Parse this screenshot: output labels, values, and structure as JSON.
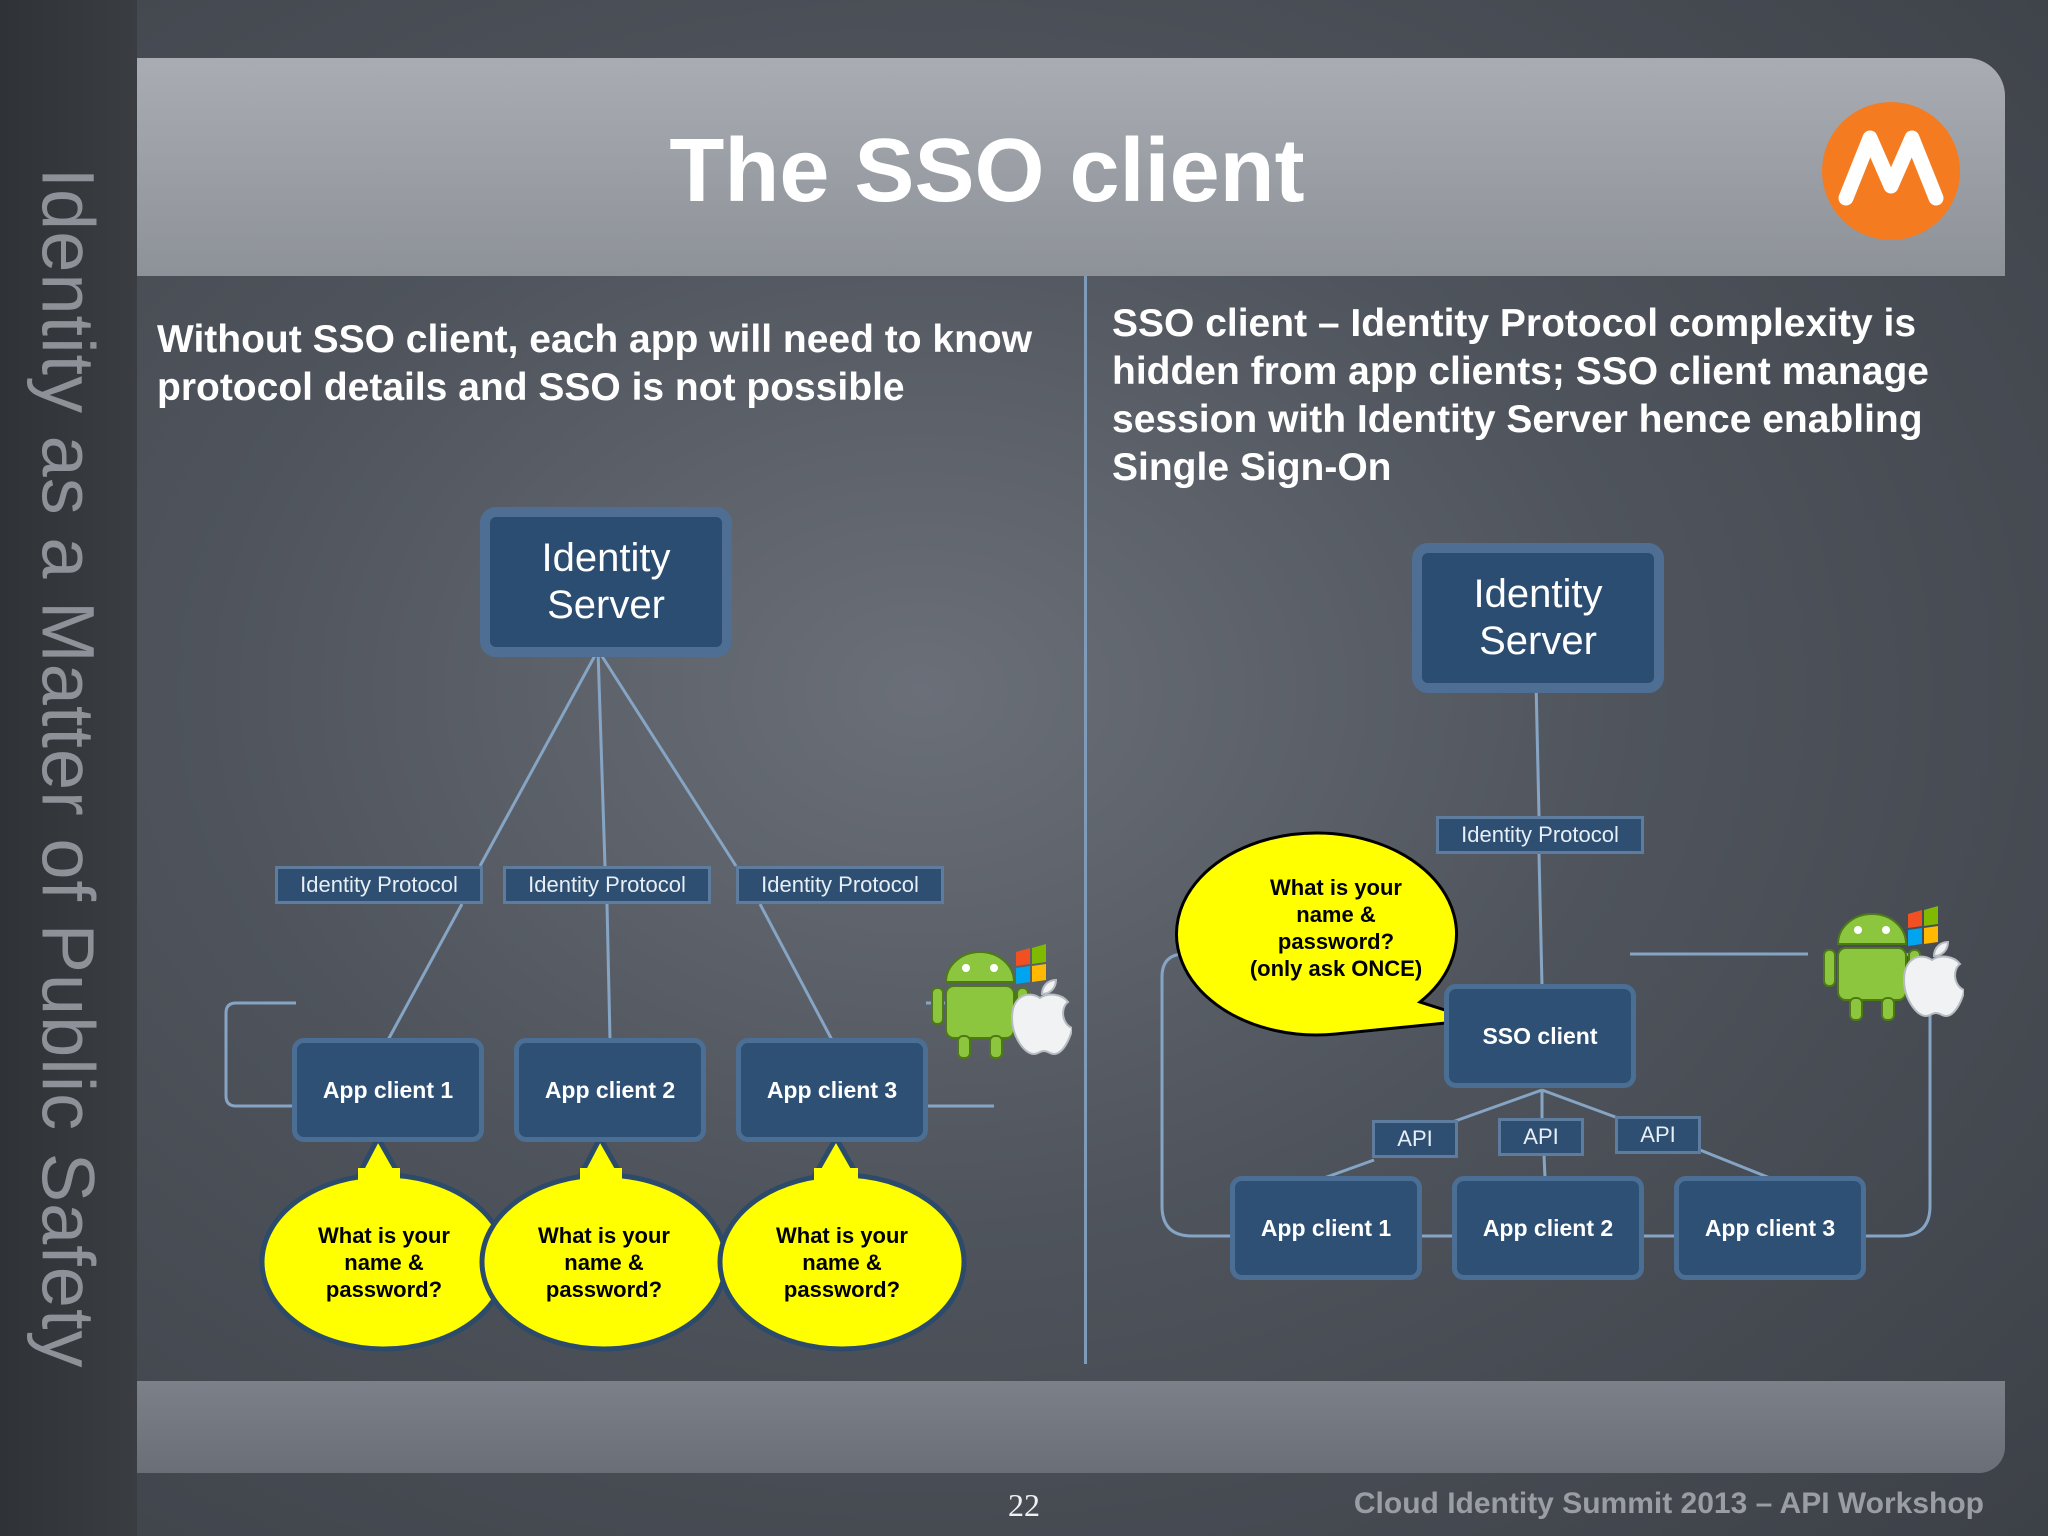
{
  "sidebar": {
    "vertical_title": "Identity as a Matter of Public Safety"
  },
  "slide": {
    "title": "The SSO client",
    "page_number": "22",
    "footer": "Cloud Identity Summit 2013 – API Workshop",
    "brand_color": "#f47b20"
  },
  "left": {
    "heading": "Without SSO client, each app will need to know protocol details and SSO  is not possible",
    "server": [
      "Identity",
      "Server"
    ],
    "protocols": [
      "Identity Protocol",
      "Identity Protocol",
      "Identity Protocol"
    ],
    "apps": [
      "App client 1",
      "App client 2",
      "App client 3"
    ],
    "bubbles": [
      [
        "What is your",
        "name &",
        "password?"
      ],
      [
        "What is your",
        "name &",
        "password?"
      ],
      [
        "What is your",
        "name &",
        "password?"
      ]
    ]
  },
  "right": {
    "heading": "SSO client – Identity Protocol complexity is hidden from app clients; SSO client manage session with Identity Server hence enabling Single Sign-On",
    "server": [
      "Identity",
      "Server"
    ],
    "protocol": "Identity Protocol",
    "sso_client": "SSO client",
    "apis": [
      "API",
      "API",
      "API"
    ],
    "apps": [
      "App client 1",
      "App client 2",
      "App client 3"
    ],
    "bubble": [
      "What is your",
      "name &",
      "password?",
      "(only ask ONCE)"
    ]
  },
  "icons": [
    "motorola-logo-icon",
    "android-icon",
    "windows-icon",
    "apple-icon"
  ]
}
